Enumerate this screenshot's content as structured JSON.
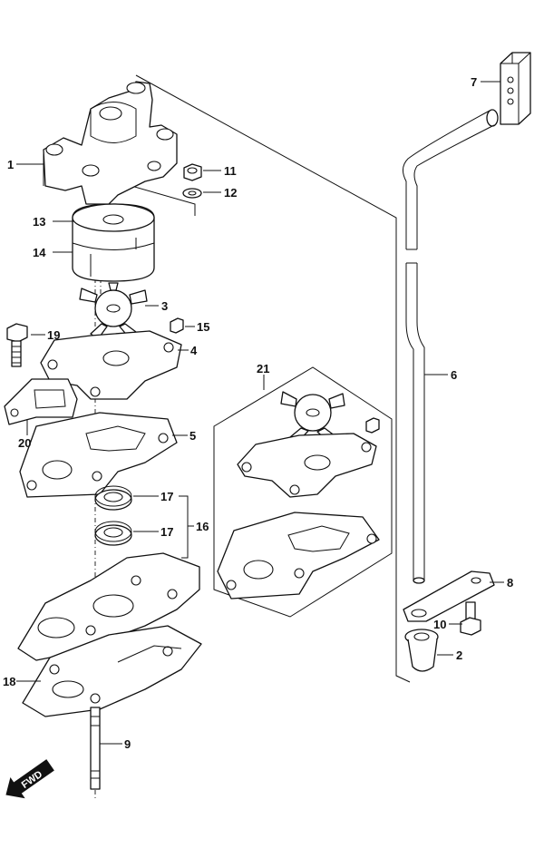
{
  "callouts": {
    "p1": "1",
    "p2": "2",
    "p3": "3",
    "p4": "4",
    "p5": "5",
    "p6": "6",
    "p7": "7",
    "p8": "8",
    "p9": "9",
    "p10": "10",
    "p11": "11",
    "p12": "12",
    "p13": "13",
    "p14": "14",
    "p15": "15",
    "p16": "16",
    "p17a": "17",
    "p17b": "17",
    "p18": "18",
    "p19": "19",
    "p20": "20",
    "p21": "21"
  },
  "fwd": {
    "label": "FWD"
  },
  "colors": {
    "ink": "#111111",
    "paper": "#ffffff"
  },
  "icons": {
    "direction": "fwd-arrow-icon"
  }
}
